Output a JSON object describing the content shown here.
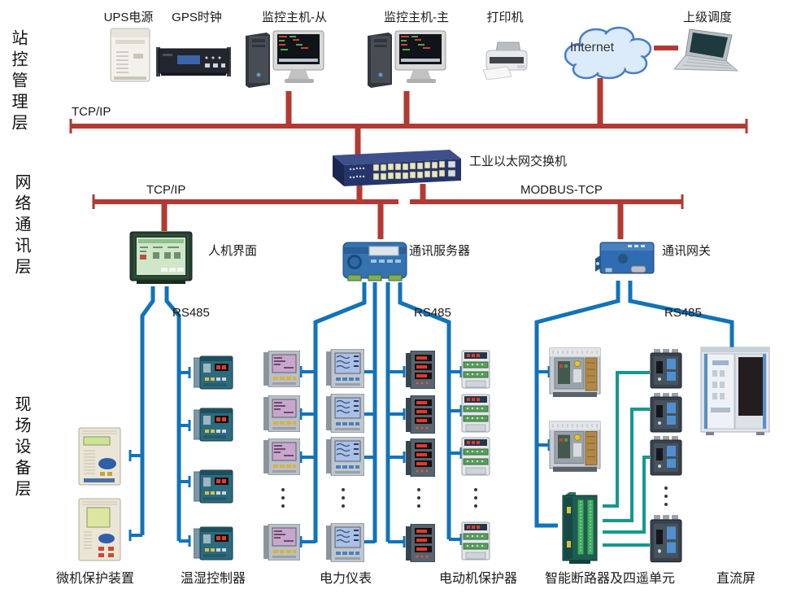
{
  "colors": {
    "bus": "#b23a32",
    "rs485": "#1273b8",
    "remote": "#13998f",
    "label": "#1a1a1a"
  },
  "layers": {
    "station": "站控管理层",
    "network": "网络通讯层",
    "field": "现场设备层"
  },
  "top_devices": {
    "ups": "UPS电源",
    "gps": "GPS时钟",
    "host_slave": "监控主机-从",
    "host_master": "监控主机-主",
    "printer": "打印机",
    "internet": "Internet",
    "dispatch": "上级调度"
  },
  "network": {
    "bus_top": "TCP/IP",
    "bus_mid_left": "TCP/IP",
    "bus_mid_right": "MODBUS-TCP",
    "switch": "工业以太网交换机"
  },
  "mid_devices": {
    "hmi": "人机界面",
    "comm_server": "通讯服务器",
    "gateway": "通讯网关"
  },
  "rs485": [
    "RS485",
    "RS485",
    "RS485"
  ],
  "field_devices": {
    "protection": "微机保护装置",
    "thermo": "温湿控制器",
    "meters": "电力仪表",
    "motor": "电动机保护器",
    "breakers": "智能断路器及四遥单元",
    "dc_panel": "直流屏"
  }
}
